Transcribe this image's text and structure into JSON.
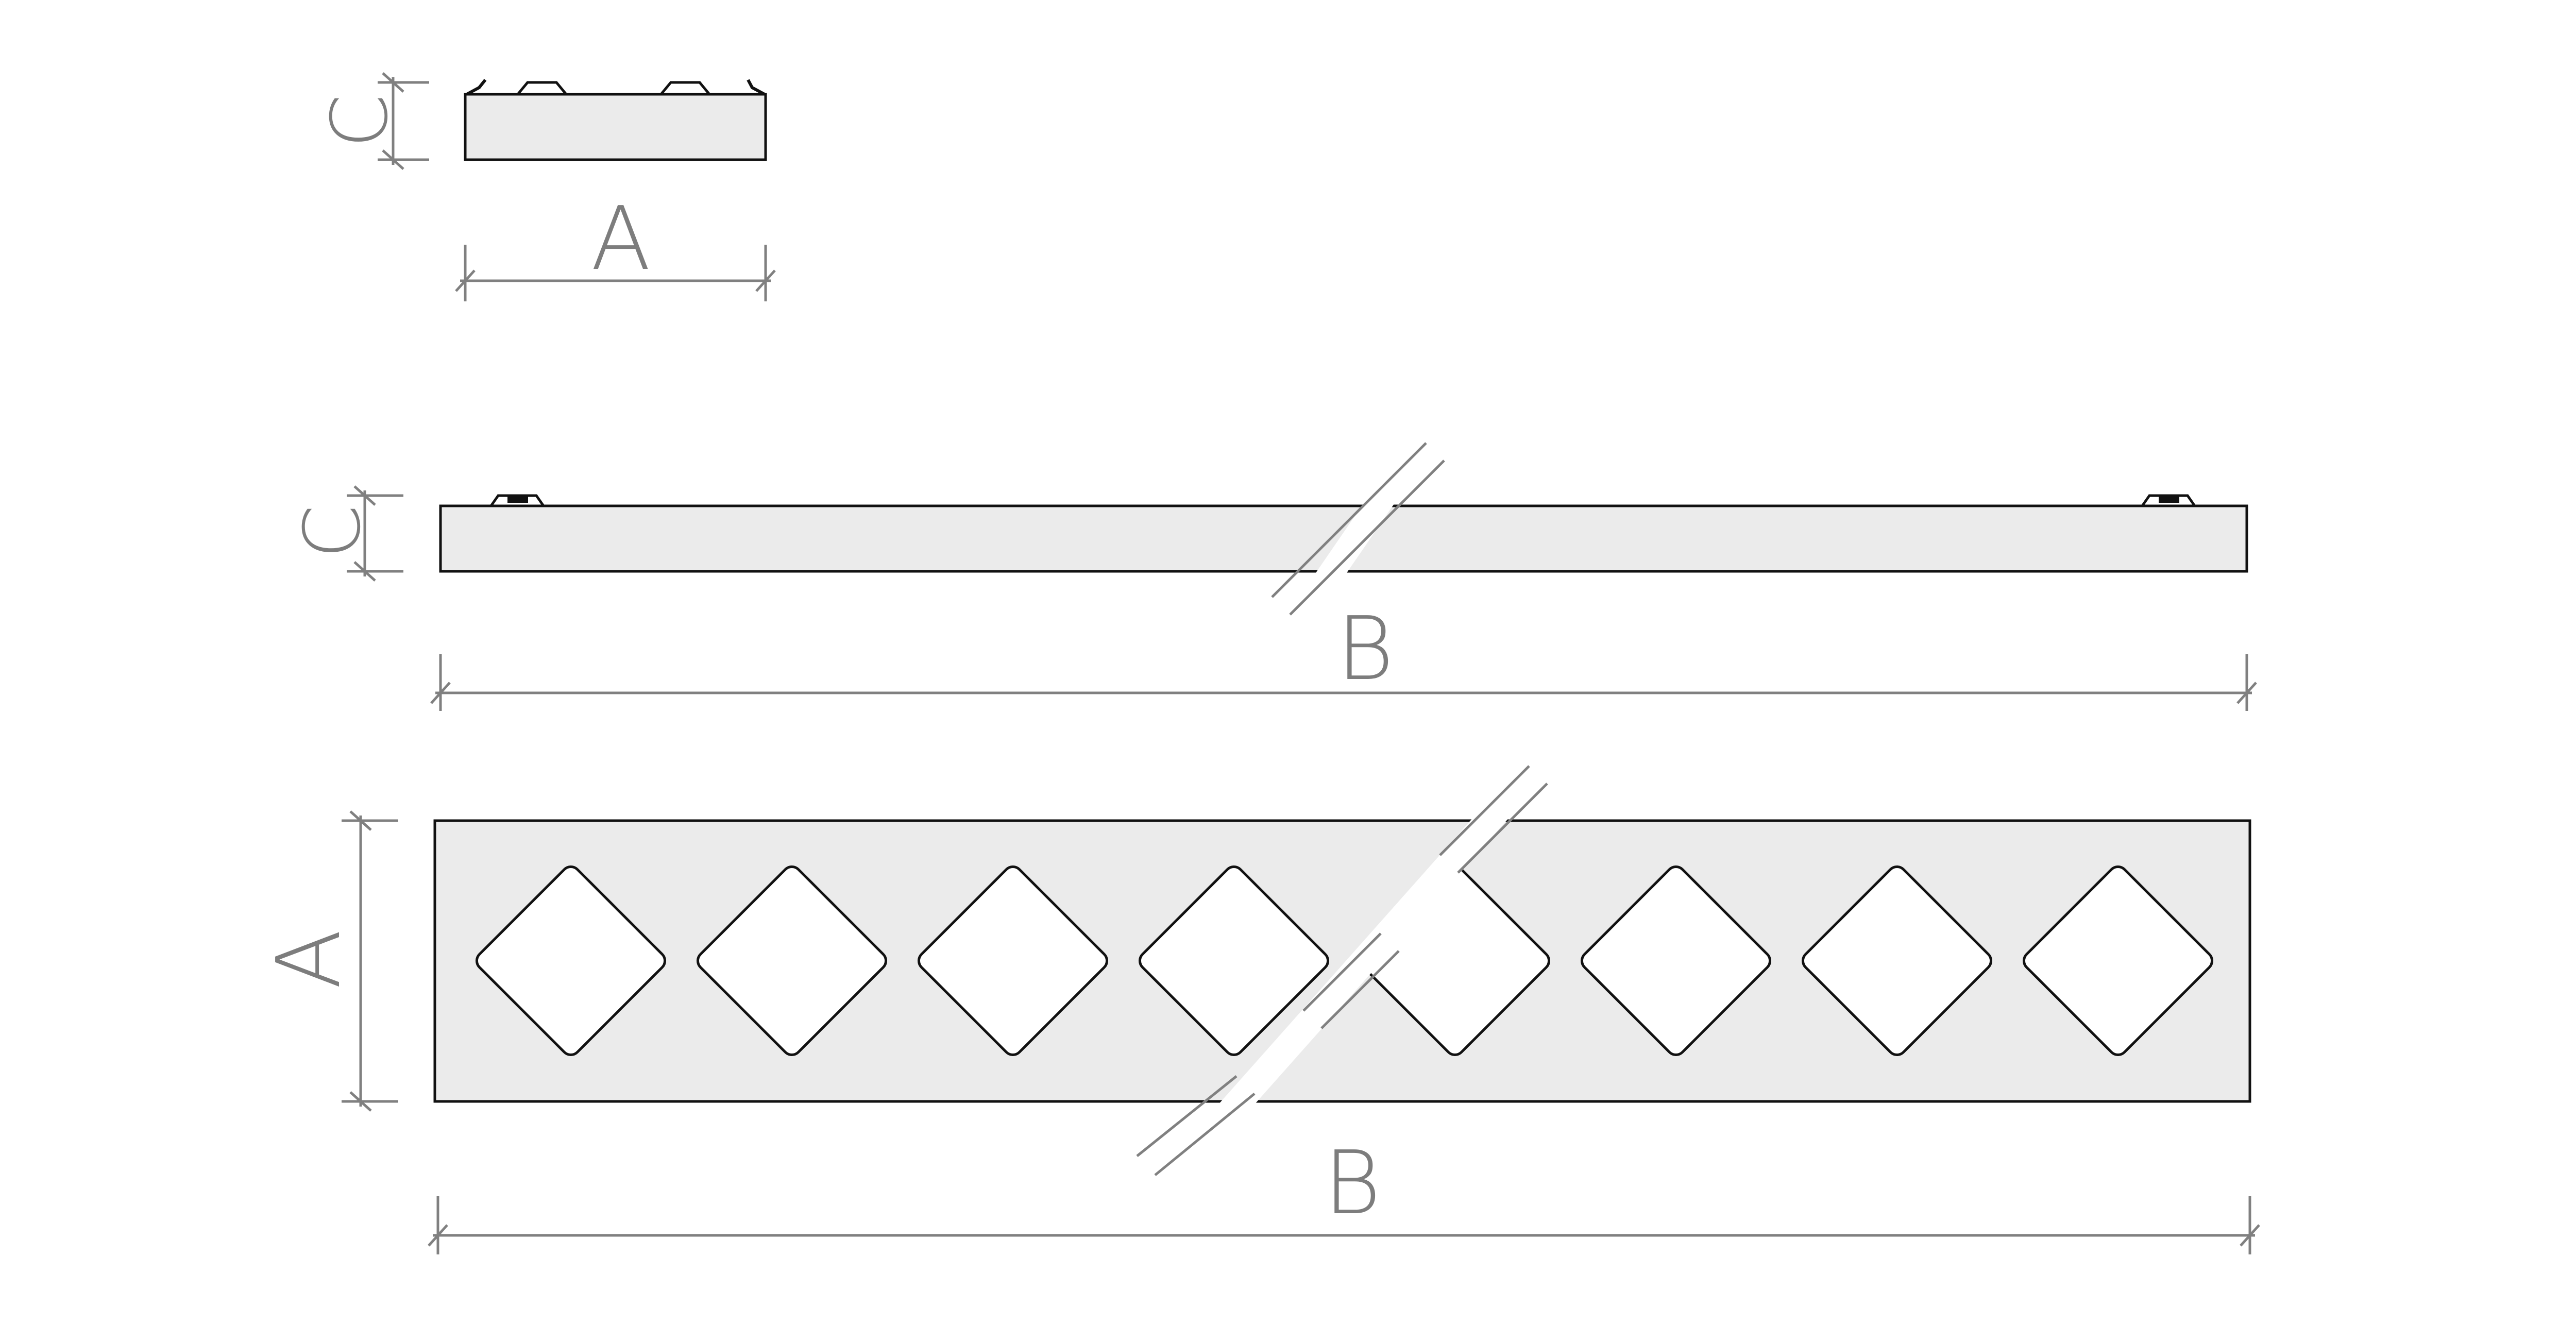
{
  "colors": {
    "outline": "#111111",
    "fill": "#ebebeb",
    "dimension": "#808080",
    "background": "#ffffff"
  },
  "labels": {
    "end_view": {
      "height": "C",
      "width": "A"
    },
    "side_view": {
      "height": "C",
      "length": "B"
    },
    "top_view": {
      "width": "A",
      "length": "B"
    }
  },
  "top_view": {
    "diamond_openings": 8
  }
}
